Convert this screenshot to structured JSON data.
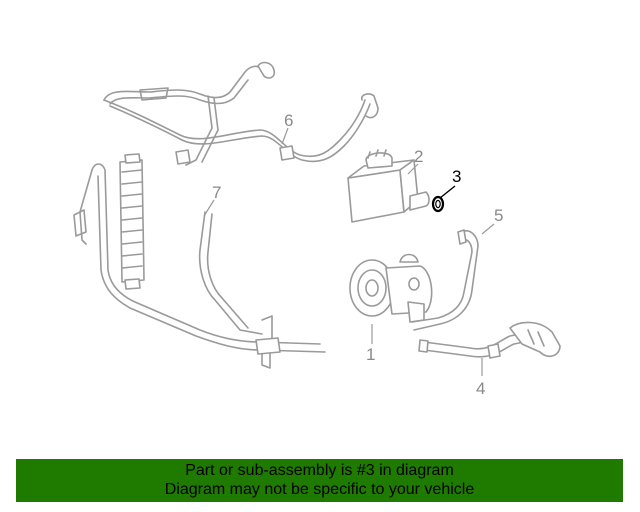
{
  "callouts": {
    "c1": "1",
    "c2": "2",
    "c3": "3",
    "c4": "4",
    "c5": "5",
    "c6": "6",
    "c7": "7"
  },
  "highlighted_part": "3",
  "colors": {
    "banner_bg": "#1f7a00",
    "line_art": "#9a9a9a",
    "highlight": "#000000"
  },
  "banner": {
    "line1": "Part or sub-assembly is #3 in diagram",
    "line2": "Diagram may not be specific to your vehicle"
  }
}
